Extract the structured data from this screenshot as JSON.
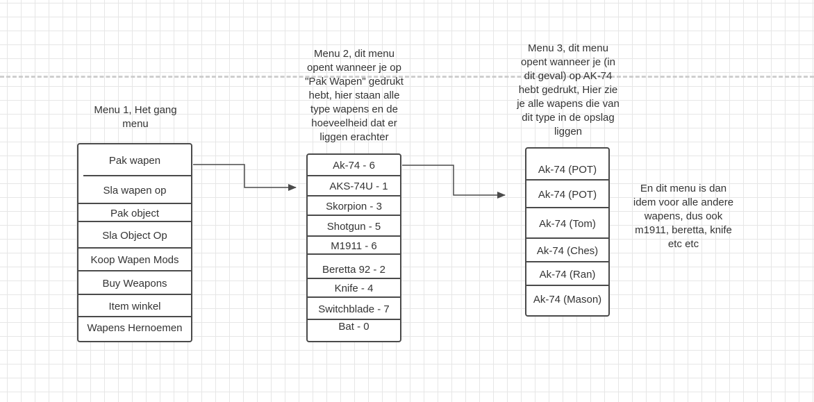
{
  "notes": {
    "menu1": "Menu 1, Het gang\nmenu",
    "menu2": "Menu 2, dit menu\nopent wanneer je op\n\"Pak Wapen\" gedrukt\nhebt, hier staan alle\ntype wapens en de\nhoeveelheid dat er\nliggen erachter",
    "menu3": "Menu 3, dit menu\nopent wanneer je (in\ndit geval) op AK-74\nhebt gedrukt, Hier zie\nje alle wapens die van\ndit type in de opslag\nliggen",
    "other": "En dit menu is dan\nidem voor alle andere\nwapens, dus ook\nm1911, beretta, knife\netc etc"
  },
  "menu1": {
    "items": [
      "Pak wapen",
      "Sla wapen op",
      "Pak object",
      "Sla Object Op",
      "Koop Wapen Mods",
      "Buy Weapons",
      "Item winkel",
      "Wapens Hernoemen"
    ]
  },
  "menu2": {
    "items": [
      "Ak-74 - 6",
      "AKS-74U - 1",
      "Skorpion - 3",
      "Shotgun - 5",
      "M1911 - 6",
      "Beretta 92 - 2",
      "Knife - 4",
      "Switchblade - 7",
      "Bat - 0"
    ]
  },
  "menu3": {
    "items": [
      "Ak-74 (POT)",
      "Ak-74 (POT)",
      "Ak-74 (Tom)",
      "Ak-74 (Ches)",
      "Ak-74 (Ran)",
      "Ak-74 (Mason)"
    ]
  },
  "colors": {
    "border": "#4a4a4a",
    "text": "#333333",
    "grid": "#e6e6e6",
    "dashed_line": "#cfcfcf"
  }
}
